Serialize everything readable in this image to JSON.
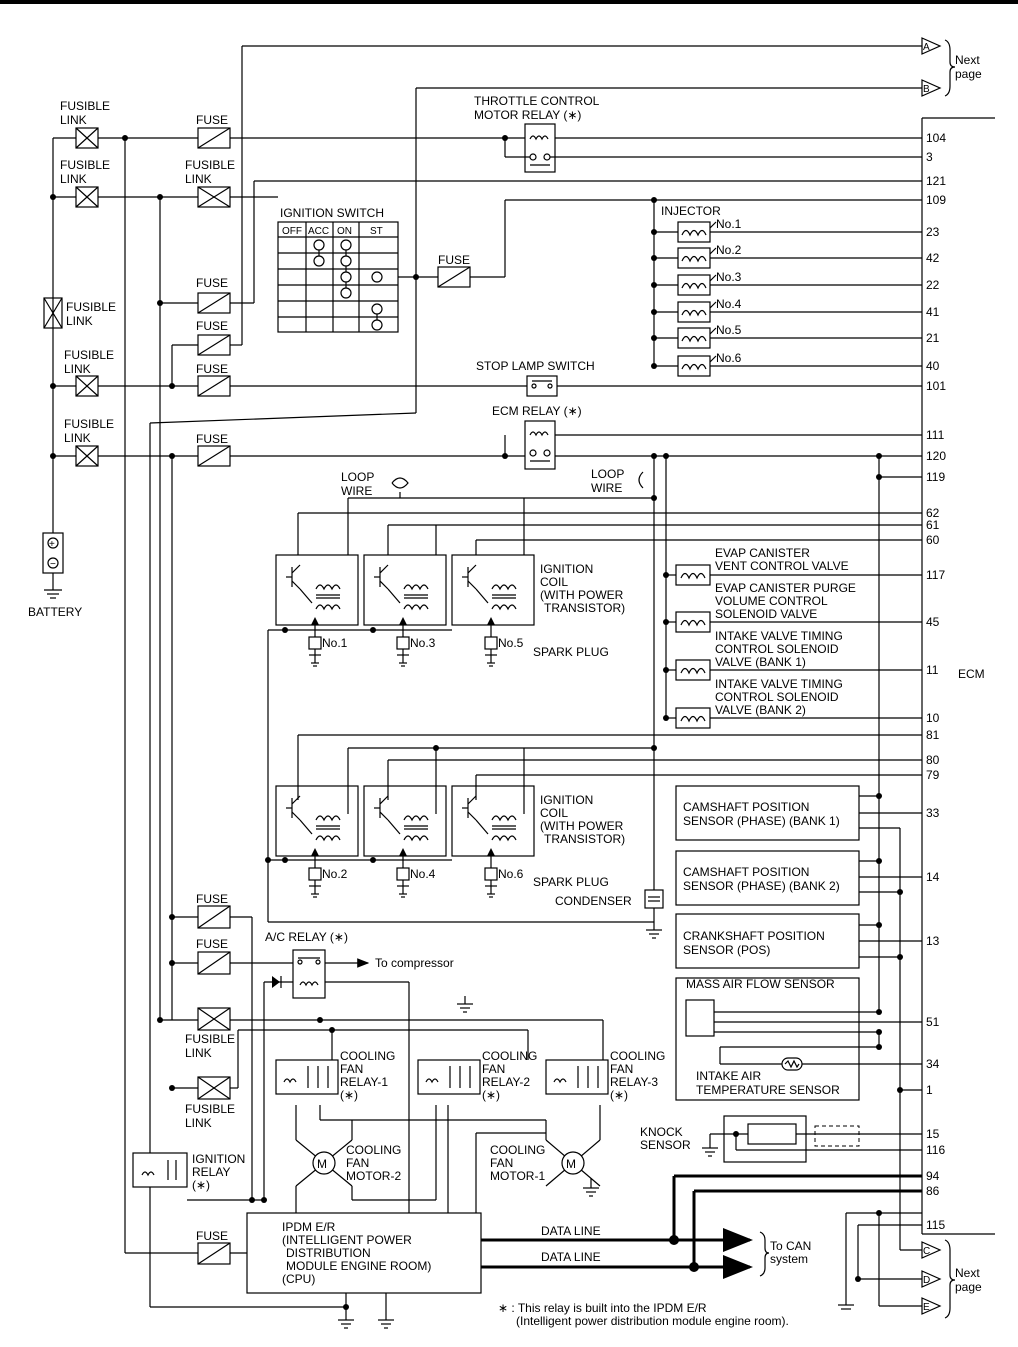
{
  "labels": {
    "fusible_link": [
      "FUSIBLE",
      "LINK"
    ],
    "fuse": "FUSE",
    "battery": "BATTERY",
    "throttle_relay": [
      "THROTTLE CONTROL",
      "MOTOR RELAY (∗)"
    ],
    "ignition_switch": "IGNITION SWITCH",
    "ign_switch_cols": [
      "OFF",
      "ACC",
      "ON",
      "ST"
    ],
    "injector": "INJECTOR",
    "injector_items": [
      "No.1",
      "No.2",
      "No.3",
      "No.4",
      "No.5",
      "No.6"
    ],
    "stop_lamp_switch": "STOP LAMP SWITCH",
    "ecm_relay": "ECM RELAY (∗)",
    "loop_wire": [
      "LOOP",
      "WIRE"
    ],
    "ignition_coil": [
      "IGNITION",
      "COIL",
      "(WITH POWER",
      "TRANSISTOR)"
    ],
    "spark_plug": "SPARK PLUG",
    "plugs_top": [
      "No.1",
      "No.3",
      "No.5"
    ],
    "plugs_bottom": [
      "No.2",
      "No.4",
      "No.6"
    ],
    "condenser": "CONDENSER",
    "evap_vent": [
      "EVAP CANISTER",
      "VENT CONTROL VALVE"
    ],
    "evap_purge": [
      "EVAP CANISTER PURGE",
      "VOLUME CONTROL",
      "SOLENOID VALVE"
    ],
    "ivt_bank1": [
      "INTAKE VALVE TIMING",
      "CONTROL SOLENOID",
      "VALVE (BANK 1)"
    ],
    "ivt_bank2": [
      "INTAKE VALVE TIMING",
      "CONTROL SOLENOID",
      "VALVE (BANK 2)"
    ],
    "ecm": "ECM",
    "cam_bank1": [
      "CAMSHAFT POSITION",
      "SENSOR (PHASE) (BANK 1)"
    ],
    "cam_bank2": [
      "CAMSHAFT POSITION",
      "SENSOR (PHASE) (BANK 2)"
    ],
    "crank": [
      "CRANKSHAFT POSITION",
      "SENSOR (POS)"
    ],
    "maf": "MASS AIR FLOW SENSOR",
    "iat": [
      "INTAKE AIR",
      "TEMPERATURE SENSOR"
    ],
    "knock": [
      "KNOCK",
      "SENSOR"
    ],
    "ac_relay": "A/C RELAY (∗)",
    "to_compressor": "To compressor",
    "cooling_fan_relay": [
      "COOLING",
      "FAN"
    ],
    "fan_relay_ids": [
      "RELAY-1",
      "RELAY-2",
      "RELAY-3"
    ],
    "star": "(∗)",
    "cooling_fan_motor_2": [
      "COOLING",
      "FAN",
      "MOTOR-2"
    ],
    "cooling_fan_motor_1": [
      "COOLING",
      "FAN",
      "MOTOR-1"
    ],
    "ignition_relay": [
      "IGNITION",
      "RELAY",
      "(∗)"
    ],
    "ipdm": [
      "IPDM E/R",
      "(INTELLIGENT POWER",
      " DISTRIBUTION",
      " MODULE ENGINE ROOM)",
      "(CPU)"
    ],
    "data_line": "DATA LINE",
    "to_can": [
      "To CAN",
      "system"
    ],
    "next_page": [
      "Next",
      "page"
    ],
    "connectors_top": [
      "A",
      "B"
    ],
    "connectors_bottom": [
      "C",
      "D",
      "E"
    ],
    "footnote": [
      "∗ : This relay is built into the IPDM E/R",
      "(Intelligent power distribution module engine room)."
    ]
  },
  "ecm_terminals": [
    "104",
    "3",
    "121",
    "109",
    "23",
    "42",
    "22",
    "41",
    "21",
    "40",
    "101",
    "111",
    "120",
    "119",
    "62",
    "61",
    "60",
    "117",
    "45",
    "11",
    "10",
    "81",
    "80",
    "79",
    "33",
    "14",
    "13",
    "51",
    "34",
    "1",
    "15",
    "116",
    "94",
    "86",
    "115"
  ]
}
